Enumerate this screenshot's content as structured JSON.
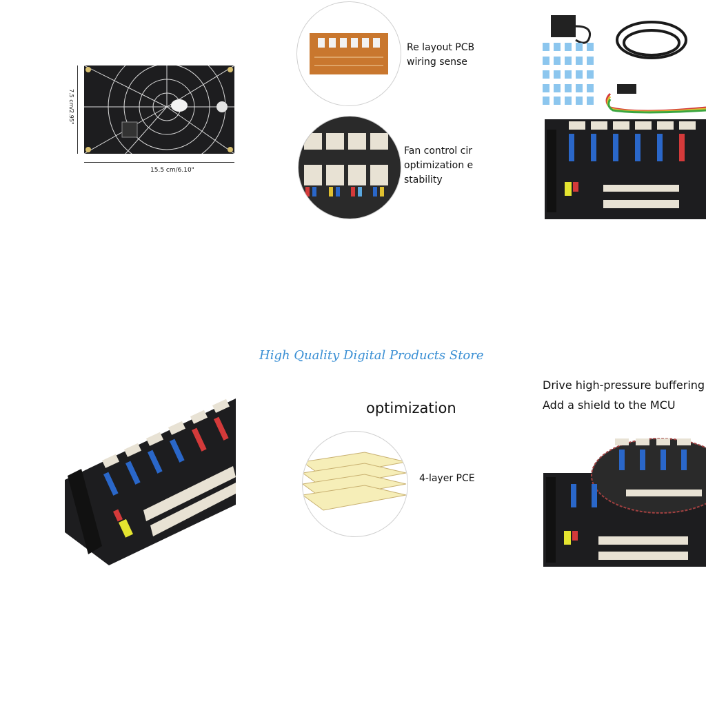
{
  "panel_tl": {
    "height_label": "7.5 cm/2.95\"",
    "width_label": "15.5 cm/6.10\""
  },
  "panel_tm": {
    "line1a": "Re layout PCB",
    "line1b": "wiring sense",
    "line2a": "Fan control cir",
    "line2b": "optimization e",
    "line2c": "stability"
  },
  "store": {
    "name": "High Quality Digital Products Store"
  },
  "panel_bm": {
    "heading": "optimization",
    "layer_label": "4-layer PCE"
  },
  "panel_br": {
    "line1": "Drive high-pressure buffering pr",
    "line2": "Add a shield to the MCU"
  },
  "colors": {
    "pcb": "#1d1d1f",
    "connector": "#e8e2d4",
    "driver_blue": "#2a67c9",
    "driver_red": "#d43a3a",
    "jumper_blue": "#5aa8e0",
    "store_blue": "#3a8fd4",
    "pcb_layer": "#f6eeb8"
  }
}
